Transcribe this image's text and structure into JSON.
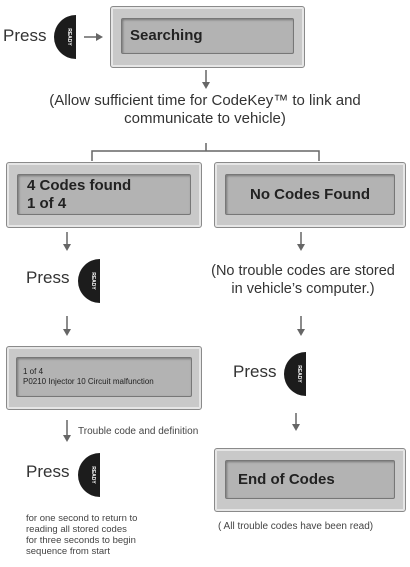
{
  "step1": {
    "press_label": "Press",
    "screen_text": "Searching"
  },
  "note_allow": [
    "(Allow sufficient time for CodeKey™ to link and",
    "communicate to vehicle)"
  ],
  "left_branch": {
    "screen_line1": "4 Codes found",
    "screen_line2": "1 of 4",
    "press_label": "Press",
    "detail_line1": "1 of 4",
    "detail_line2": "P0210 Injector 10 Circuit malfunction",
    "detail_caption": "Trouble code and definition",
    "press_label_2": "Press",
    "instructions": [
      "for one second to return to",
      "reading all stored codes",
      "for three seconds to begin",
      "sequence from start"
    ]
  },
  "right_branch": {
    "screen_text": "No Codes Found",
    "note": [
      "(No trouble codes are stored",
      "in vehicle’s computer.)"
    ],
    "press_label": "Press",
    "end_screen_text": "End of Codes",
    "end_note": "( All trouble codes have been read)"
  },
  "button_text": "READY"
}
